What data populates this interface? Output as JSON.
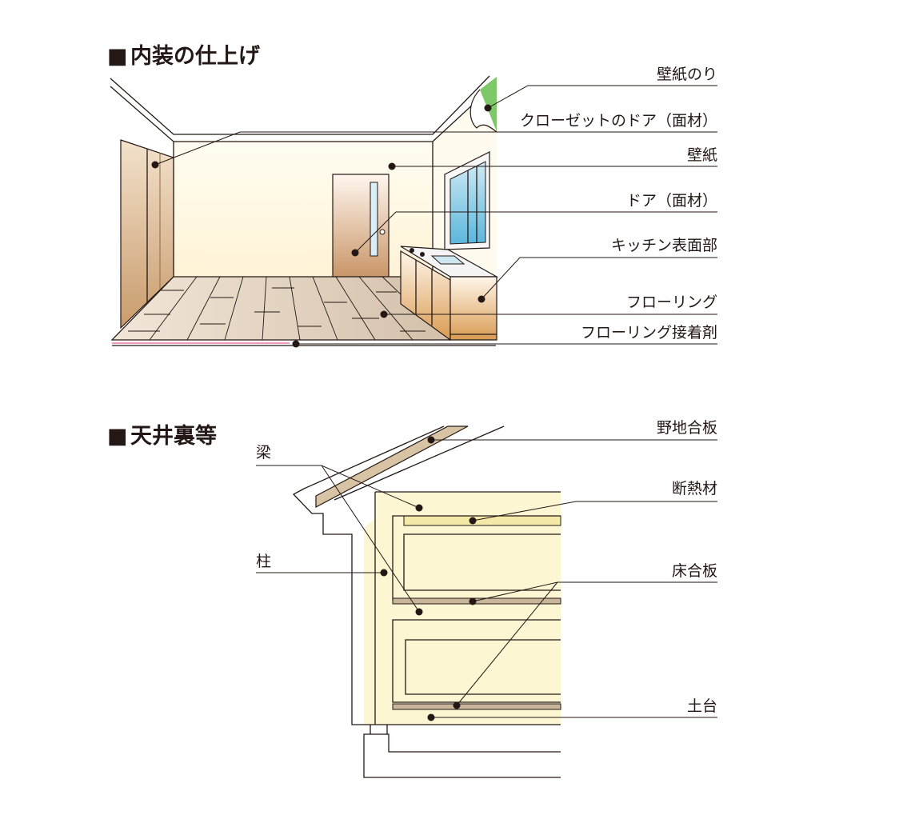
{
  "section1": {
    "marker": "■",
    "title": "内装の仕上げ",
    "labels": {
      "wallpaper_glue": "壁紙のり",
      "closet_door": "クローゼットのドア（面材）",
      "wallpaper": "壁紙",
      "door": "ドア（面材）",
      "kitchen_surface": "キッチン表面部",
      "flooring": "フローリング",
      "flooring_adhesive": "フローリング接着剤"
    }
  },
  "section2": {
    "marker": "■",
    "title": "天井裏等",
    "labels": {
      "roof_sheathing": "野地合板",
      "beam": "梁",
      "insulation": "断熱材",
      "column": "柱",
      "floor_plywood": "床合板",
      "sill": "土台"
    }
  },
  "colors": {
    "line": "#231815",
    "wall": "#fff8e3",
    "wood": "#d9b28a",
    "green": "#7ec86a",
    "frame": "#fdf6d2",
    "insulation": "#f5e9a8",
    "plywood": "#c9b59a",
    "window": "#8fd0e8"
  }
}
